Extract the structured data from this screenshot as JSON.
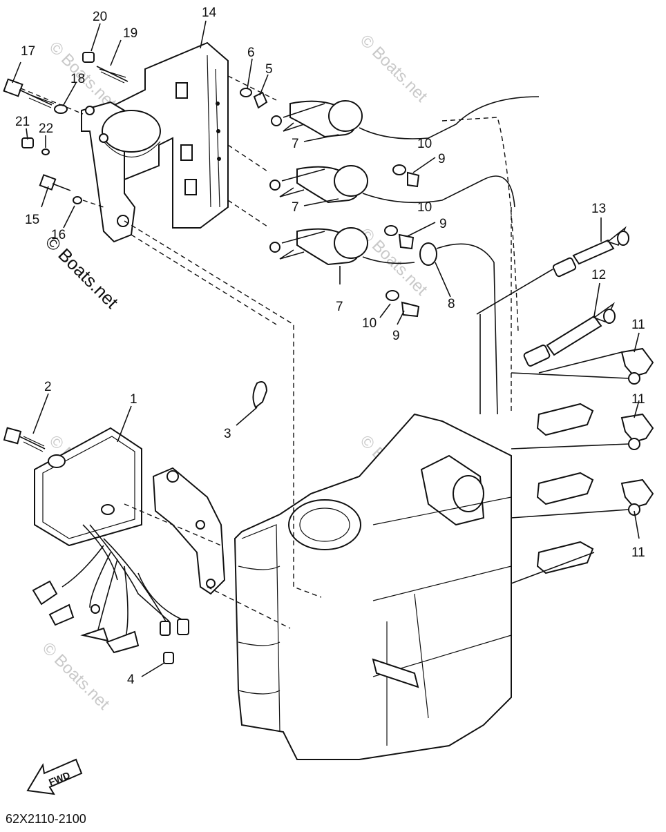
{
  "diagram": {
    "callouts": {
      "c1": "1",
      "c2": "2",
      "c3": "3",
      "c4": "4",
      "c5": "5",
      "c6": "6",
      "c7a": "7",
      "c7b": "7",
      "c7c": "7",
      "c8": "8",
      "c9a": "9",
      "c9b": "9",
      "c9c": "9",
      "c10a": "10",
      "c10b": "10",
      "c10c": "10",
      "c11a": "11",
      "c11b": "11",
      "c11c": "11",
      "c12": "12",
      "c13": "13",
      "c14": "14",
      "c15": "15",
      "c16": "16",
      "c17": "17",
      "c18": "18",
      "c19": "19",
      "c20": "20",
      "c21": "21",
      "c22": "22"
    },
    "watermark": "© Boats.net",
    "direction_label": "FWD",
    "drawing_code": "62X2110-2100"
  }
}
